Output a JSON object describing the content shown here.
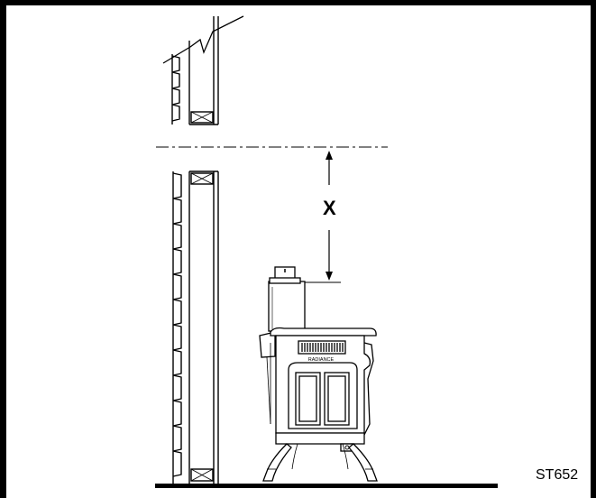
{
  "figure": {
    "dimension_label": "X",
    "figure_code": "ST652",
    "stove_brand": "RADIANCE"
  }
}
